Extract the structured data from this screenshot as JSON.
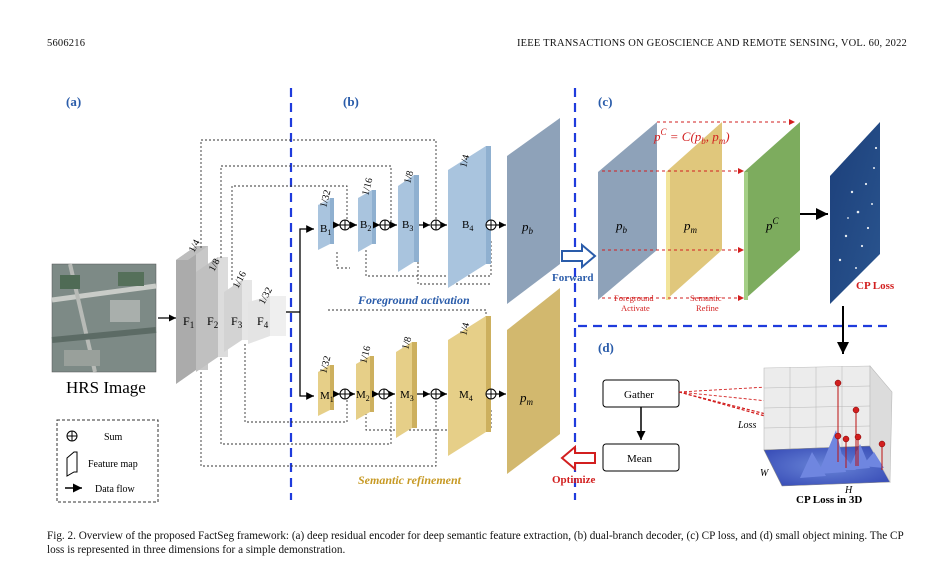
{
  "header": {
    "page_number": "5606216",
    "journal": "IEEE TRANSACTIONS ON GEOSCIENCE AND REMOTE SENSING, VOL. 60, 2022"
  },
  "panels": {
    "a": "(a)",
    "b": "(b)",
    "c": "(c)",
    "d": "(d)"
  },
  "encoder": {
    "input_label": "HRS Image",
    "stages": [
      {
        "name": "F",
        "sub": "1",
        "scale": "1/4"
      },
      {
        "name": "F",
        "sub": "2",
        "scale": "1/8"
      },
      {
        "name": "F",
        "sub": "3",
        "scale": "1/16"
      },
      {
        "name": "F",
        "sub": "4",
        "scale": "1/32"
      }
    ]
  },
  "decoder": {
    "fg_blocks": [
      {
        "name": "B",
        "sub": "1",
        "scale": "1/32"
      },
      {
        "name": "B",
        "sub": "2",
        "scale": "1/16"
      },
      {
        "name": "B",
        "sub": "3",
        "scale": "1/8"
      },
      {
        "name": "B",
        "sub": "4",
        "scale": "1/4"
      }
    ],
    "sr_blocks": [
      {
        "name": "M",
        "sub": "1",
        "scale": "1/32"
      },
      {
        "name": "M",
        "sub": "2",
        "scale": "1/16"
      },
      {
        "name": "M",
        "sub": "3",
        "scale": "1/8"
      },
      {
        "name": "M",
        "sub": "4",
        "scale": "1/4"
      }
    ],
    "pb": {
      "p": "p",
      "sub": "b"
    },
    "pm": {
      "p": "p",
      "sub": "m"
    },
    "fg_label": "Foreground activation",
    "sr_label": "Semantic refinement"
  },
  "cp": {
    "formula": "p",
    "formula_sup": "C",
    "formula_rhs": " = C(p",
    "pc": "p",
    "pc_sup": "C",
    "fg_activate": [
      "Foreground",
      "Activate"
    ],
    "sem_refine": [
      "Semantic",
      "Refine"
    ],
    "cp_loss": "CP Loss",
    "forward": "Forward",
    "optimize": "Optimize"
  },
  "mining": {
    "gather": "Gather",
    "mean": "Mean",
    "loss_axis": "Loss",
    "w_axis": "W",
    "h_axis": "H",
    "title_3d": "CP Loss in 3D"
  },
  "legend": {
    "sum": "Sum",
    "feature_map": "Feature map",
    "data_flow": "Data flow"
  },
  "caption": "Fig. 2.   Overview of the proposed FactSeg framework: (a) deep residual encoder for deep semantic feature extraction, (b) dual-branch decoder, (c) CP loss, and (d) small object mining. The CP loss is represented in three dimensions for a simple demonstration.",
  "colors": {
    "blue_map": "#a9c4de",
    "gold_map": "#e6cf88",
    "pb": "#8ea2b9",
    "pm": "#d2b86e",
    "pc": "#7dac5e",
    "accent_blue": "#2a5caa",
    "accent_red": "#d21f1f",
    "dash_blue": "#1f3bdc"
  }
}
